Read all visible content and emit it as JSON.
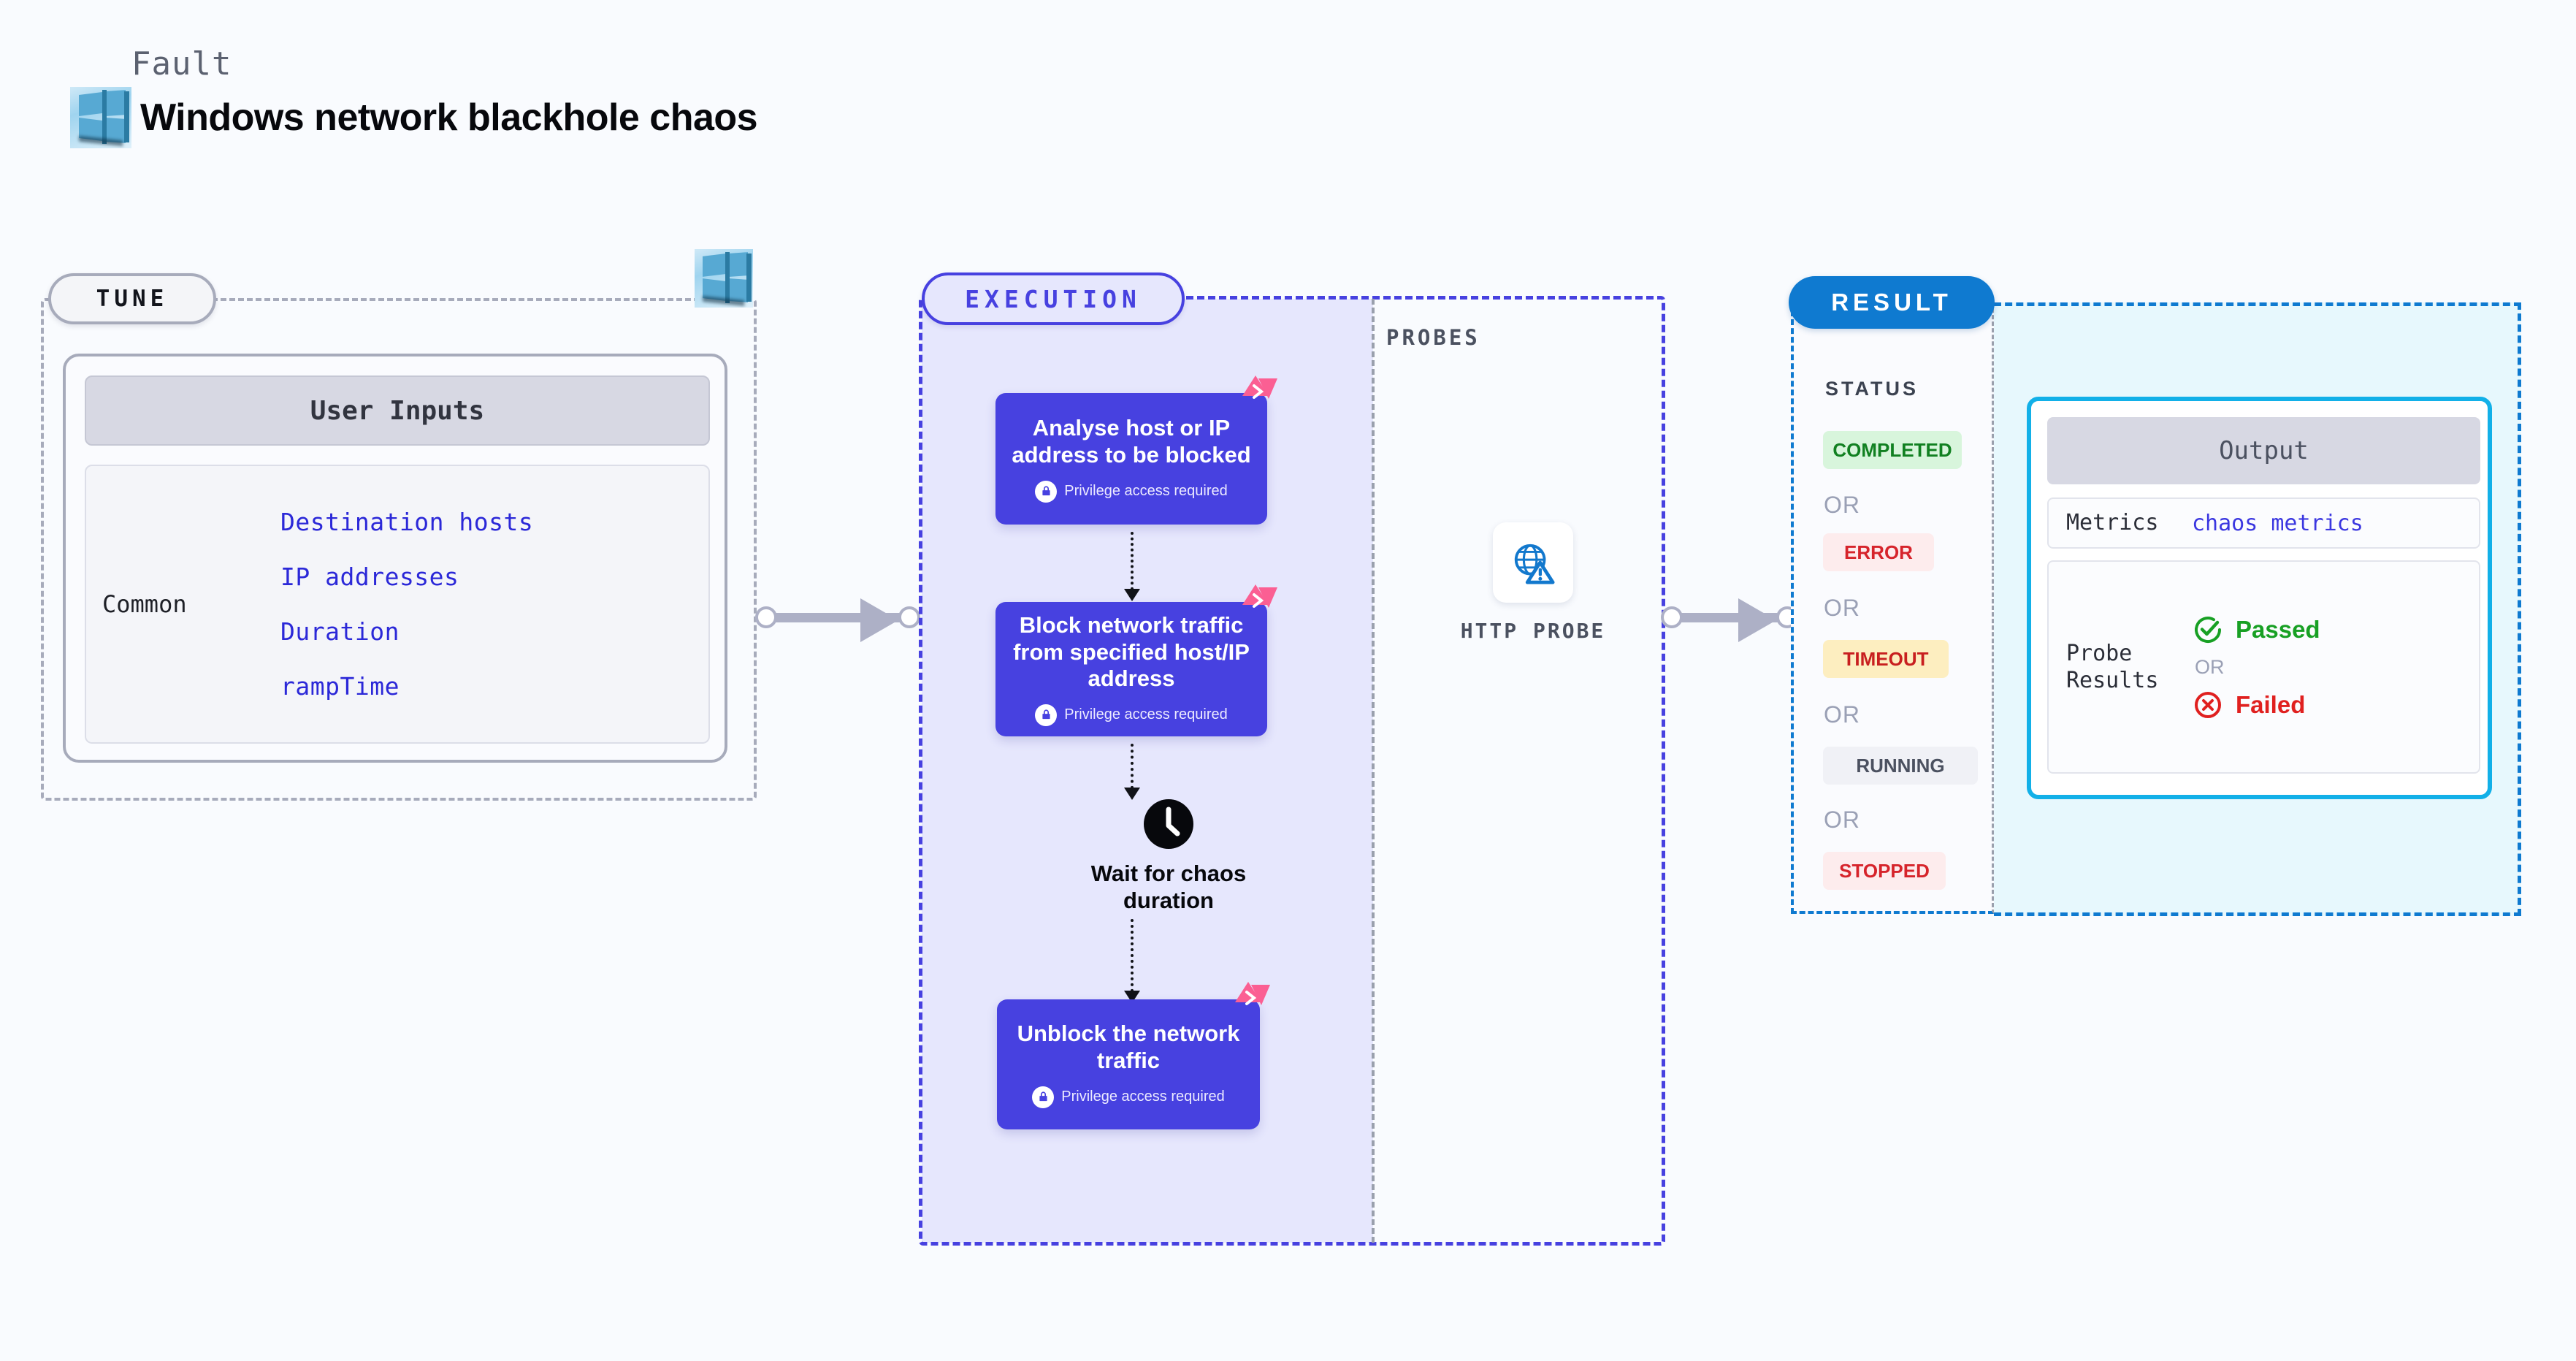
{
  "header": {
    "kicker": "Fault",
    "title": "Windows network blackhole chaos",
    "logo_icon": "windows-logo-icon"
  },
  "tune": {
    "pill_label": "TUNE",
    "logo_icon": "windows-logo-icon",
    "card": {
      "header": "User Inputs",
      "group_label": "Common",
      "params": [
        "Destination hosts",
        "IP addresses",
        "Duration",
        "rampTime"
      ]
    }
  },
  "execution": {
    "pill_label": "EXECUTION",
    "nodes": [
      {
        "title": "Analyse host or IP address to be blocked",
        "privilege": "Privilege access required",
        "lock_icon": "lock-icon",
        "corner_icon": "litmus-mark-icon"
      },
      {
        "title": "Block network traffic from specified host/IP address",
        "privilege": "Privilege access required",
        "lock_icon": "lock-icon",
        "corner_icon": "litmus-mark-icon"
      },
      {
        "title": "Unblock the network traffic",
        "privilege": "Privilege access required",
        "lock_icon": "lock-icon",
        "corner_icon": "litmus-mark-icon"
      }
    ],
    "wait": {
      "label": "Wait for chaos duration",
      "icon": "clock-icon"
    }
  },
  "probes": {
    "label": "PROBES",
    "items": [
      {
        "label": "HTTP PROBE",
        "icon": "globe-warning-icon"
      }
    ]
  },
  "result": {
    "pill_label": "RESULT",
    "status_label": "STATUS",
    "or_label": "OR",
    "statuses": [
      {
        "label": "COMPLETED",
        "bg": "#d8f5dc",
        "fg": "#118021"
      },
      {
        "label": "ERROR",
        "bg": "#fdeced",
        "fg": "#d6242b"
      },
      {
        "label": "TIMEOUT",
        "bg": "#fdeec0",
        "fg": "#c81f1f"
      },
      {
        "label": "RUNNING",
        "bg": "#f0f1f6",
        "fg": "#4b5160"
      },
      {
        "label": "STOPPED",
        "bg": "#fdeced",
        "fg": "#d6242b"
      }
    ],
    "output": {
      "header": "Output",
      "metrics_key": "Metrics",
      "metrics_value": "chaos metrics",
      "probe_results_key": "Probe Results",
      "passed_label": "Passed",
      "passed_icon": "check-circle-icon",
      "passed_color": "#18a024",
      "or_label": "OR",
      "failed_label": "Failed",
      "failed_icon": "x-circle-icon",
      "failed_color": "#e0201f"
    }
  },
  "colors": {
    "page_background": "#f9fbfe",
    "execution_accent": "#4741e0",
    "execution_fill": "#e6e7fd",
    "result_accent": "#0f7ad0",
    "result_fill": "#e7f8fd",
    "output_border": "#12b0e8",
    "tune_accent": "#a7abbb",
    "param_text": "#2b28d8",
    "connector": "#adb0c6",
    "litmus_pink": "#fb5f93"
  }
}
